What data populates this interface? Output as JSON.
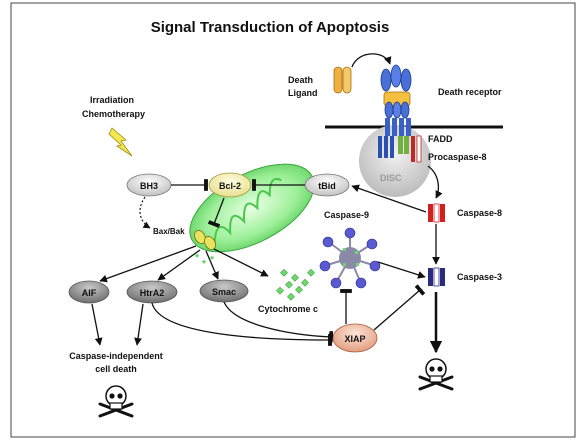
{
  "title": "Signal Transduction of Apoptosis",
  "labels": {
    "death_ligand_1": "Death",
    "death_ligand_2": "Ligand",
    "death_receptor": "Death receptor",
    "irradiation": "Irradiation",
    "chemotherapy": "Chemotherapy",
    "fadd": "FADD",
    "procaspase8": "Procaspase-8",
    "disc": "DISC",
    "bh3": "BH3",
    "bcl2": "Bcl-2",
    "tbid": "tBid",
    "bax_bak": "Bax/Bak",
    "caspase8": "Caspase-8",
    "caspase9": "Caspase-9",
    "caspase3": "Caspase-3",
    "aif": "AIF",
    "htra2": "HtrA2",
    "smac": "Smac",
    "cytochrome_c": "Cytochrome c",
    "xiap": "XIAP",
    "caspase_independent_1": "Caspase-independent",
    "caspase_independent_2": "cell death"
  },
  "colors": {
    "node_fill": "#d8d8d8",
    "node_dark": "#8a8a8a",
    "bcl2_fill": "#f4f0b0",
    "mito_fill": "#8ee88a",
    "xiap_fill": "#f0b7a0",
    "receptor_blue": "#4a70d8",
    "ligand_orange": "#f0b040",
    "caspase_red": "#d02020",
    "caspase_navy": "#2a2a80",
    "apoptosome_purple": "#5a5ad0",
    "cytc_green": "#6ad86a"
  },
  "icons": [
    "skull-crossbones-icon",
    "lightning-icon"
  ]
}
